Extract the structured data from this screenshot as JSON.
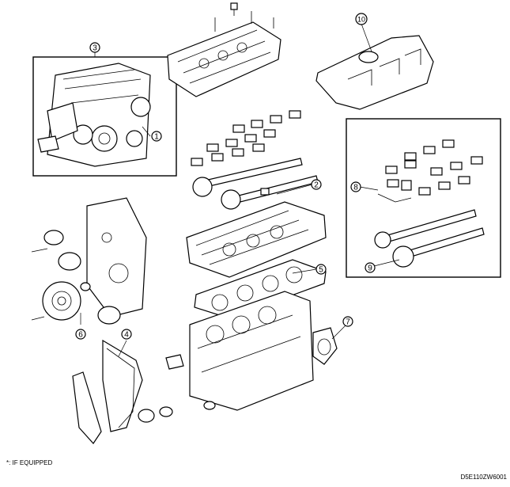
{
  "diagram": {
    "callouts": [
      {
        "id": "1",
        "label": "1"
      },
      {
        "id": "2",
        "label": "2"
      },
      {
        "id": "3",
        "label": "3"
      },
      {
        "id": "4",
        "label": "4"
      },
      {
        "id": "5",
        "label": "5"
      },
      {
        "id": "6",
        "label": "6"
      },
      {
        "id": "7",
        "label": "7"
      },
      {
        "id": "8",
        "label": "8"
      },
      {
        "id": "9",
        "label": "9"
      },
      {
        "id": "10",
        "label": "10"
      }
    ],
    "footnote": "*: IF EQUIPPED",
    "figure_code": "D5E110ZW6001"
  }
}
